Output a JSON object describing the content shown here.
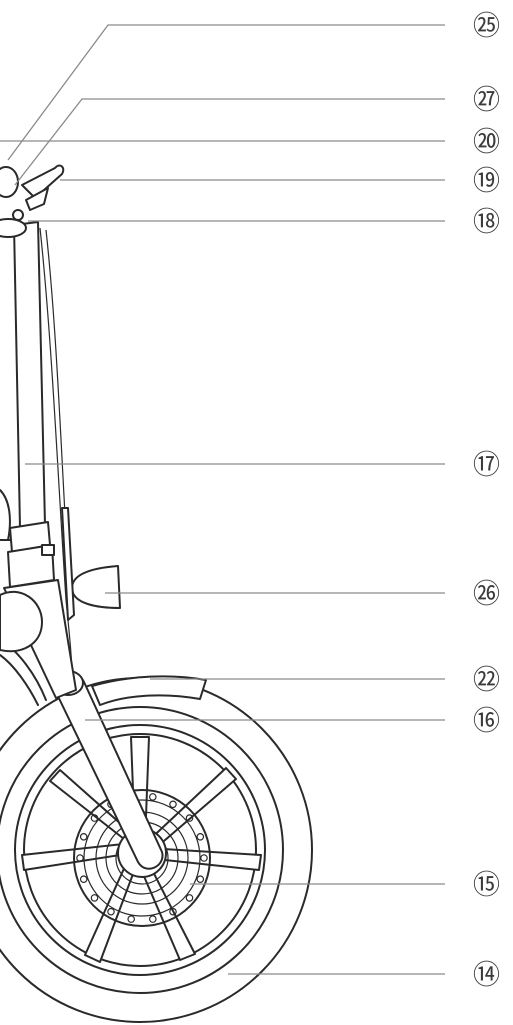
{
  "callouts": [
    {
      "id": "25",
      "label": "㉕"
    },
    {
      "id": "27",
      "label": "㉗"
    },
    {
      "id": "20",
      "label": "⑳"
    },
    {
      "id": "19",
      "label": "⑲"
    },
    {
      "id": "18",
      "label": "⑱"
    },
    {
      "id": "17",
      "label": "⑰"
    },
    {
      "id": "26",
      "label": "㉖"
    },
    {
      "id": "22",
      "label": "㉒"
    },
    {
      "id": "16",
      "label": "⑯"
    },
    {
      "id": "15",
      "label": "⑮"
    },
    {
      "id": "14",
      "label": "⑭"
    }
  ],
  "colors": {
    "line_art": "#2a2a2a",
    "leader_lines": "#8a8a8a",
    "labels": "#3b3b3b"
  }
}
